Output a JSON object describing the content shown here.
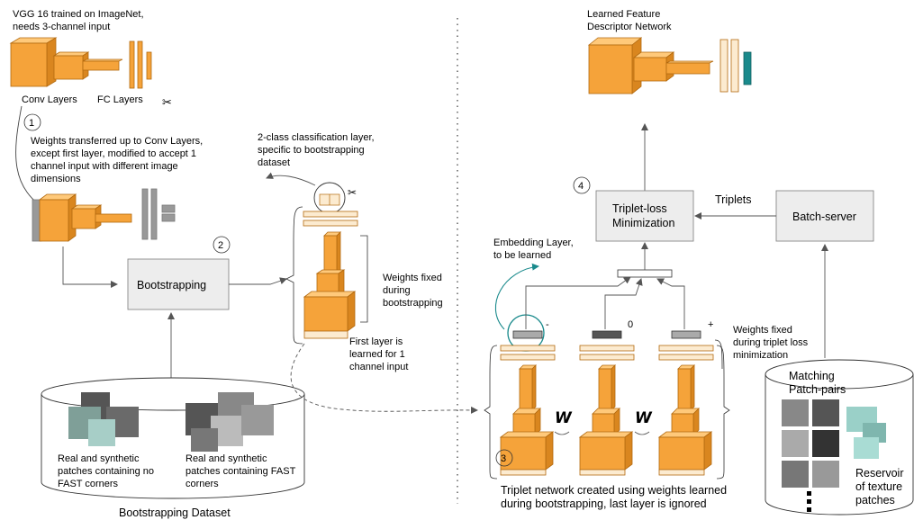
{
  "top_left": {
    "vgg_line1": "VGG 16 trained on ImageNet,",
    "vgg_line2": "needs 3-channel input",
    "conv_layers": "Conv Layers",
    "fc_layers": "FC Layers"
  },
  "step_numbers": {
    "s1": "1",
    "s2": "2",
    "s3": "3",
    "s4": "4"
  },
  "weights_transferred": [
    "Weights transferred up to Conv Layers,",
    "except first layer,  modified to accept 1",
    "channel input with different image",
    "dimensions"
  ],
  "bootstrapping_box": "Bootstrapping",
  "classification_note": [
    "2-class classification layer,",
    "specific to bootstrapping",
    "dataset"
  ],
  "weights_fixed_bootstrap": [
    "Weights fixed",
    "during",
    "bootstrapping"
  ],
  "first_layer_note": [
    "First layer is",
    "learned for 1",
    "channel input"
  ],
  "dataset": {
    "no_fast": [
      "Real and synthetic",
      "patches containing no",
      "FAST corners"
    ],
    "fast": [
      "Real and synthetic",
      "patches containing FAST",
      "corners"
    ],
    "title": "Bootstrapping Dataset"
  },
  "learned_network": [
    "Learned Feature",
    "Descriptor Network"
  ],
  "triplet_box": [
    "Triplet-loss",
    "Minimization"
  ],
  "triplets": "Triplets",
  "batch_server": "Batch-server",
  "embedding": [
    "Embedding Layer,",
    "to be learned"
  ],
  "signs": {
    "neg": "-",
    "zero": "0",
    "pos": "+"
  },
  "w_label": "W",
  "weights_fixed_triplet": [
    "Weights fixed",
    "during triplet loss",
    "minimization"
  ],
  "triplet_caption": [
    "Triplet network created using weights learned",
    "during bootstrapping, last layer is ignored"
  ],
  "reservoir": {
    "matching": [
      "Matching",
      "Patch-pairs"
    ],
    "caption": [
      "Reservoir",
      "of texture",
      "patches"
    ]
  },
  "colors": {
    "orange": "#F5A33A",
    "orange_dark": "#C9761A",
    "cream": "#FCEBD0",
    "teal": "#1A8A8C",
    "gray_box": "#EDEDED"
  }
}
